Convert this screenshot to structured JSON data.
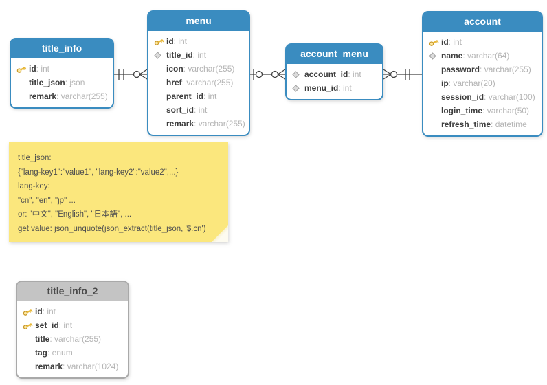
{
  "diagram": {
    "tables": [
      {
        "name": "title_info",
        "style": "blue",
        "fields": [
          {
            "icon": "key",
            "name": "id",
            "type": "int"
          },
          {
            "icon": "none",
            "name": "title_json",
            "type": "json"
          },
          {
            "icon": "none",
            "name": "remark",
            "type": "varchar(255)"
          }
        ]
      },
      {
        "name": "menu",
        "style": "blue",
        "fields": [
          {
            "icon": "key",
            "name": "id",
            "type": "int"
          },
          {
            "icon": "diamond",
            "name": "title_id",
            "type": "int"
          },
          {
            "icon": "none",
            "name": "icon",
            "type": "varchar(255)"
          },
          {
            "icon": "none",
            "name": "href",
            "type": "varchar(255)"
          },
          {
            "icon": "none",
            "name": "parent_id",
            "type": "int"
          },
          {
            "icon": "none",
            "name": "sort_id",
            "type": "int"
          },
          {
            "icon": "none",
            "name": "remark",
            "type": "varchar(255)"
          }
        ]
      },
      {
        "name": "account_menu",
        "style": "blue",
        "fields": [
          {
            "icon": "diamond",
            "name": "account_id",
            "type": "int"
          },
          {
            "icon": "diamond",
            "name": "menu_id",
            "type": "int"
          }
        ]
      },
      {
        "name": "account",
        "style": "blue",
        "fields": [
          {
            "icon": "key",
            "name": "id",
            "type": "int"
          },
          {
            "icon": "diamond",
            "name": "name",
            "type": "varchar(64)"
          },
          {
            "icon": "none",
            "name": "password",
            "type": "varchar(255)"
          },
          {
            "icon": "none",
            "name": "ip",
            "type": "varchar(20)"
          },
          {
            "icon": "none",
            "name": "session_id",
            "type": "varchar(100)"
          },
          {
            "icon": "none",
            "name": "login_time",
            "type": "varchar(50)"
          },
          {
            "icon": "none",
            "name": "refresh_time",
            "type": "datetime"
          }
        ]
      },
      {
        "name": "title_info_2",
        "style": "gray",
        "fields": [
          {
            "icon": "key",
            "name": "id",
            "type": "int"
          },
          {
            "icon": "key",
            "name": "set_id",
            "type": "int"
          },
          {
            "icon": "none",
            "name": "title",
            "type": "varchar(255)"
          },
          {
            "icon": "none",
            "name": "tag",
            "type": "enum"
          },
          {
            "icon": "none",
            "name": "remark",
            "type": "varchar(1024)"
          }
        ]
      }
    ],
    "note": {
      "lines": [
        "title_json:",
        "{\"lang-key1\":\"value1\", \"lang-key2\":\"value2\",...}",
        "lang-key:",
        "\"cn\", \"en\", \"jp\" ...",
        "or: \"中文\", \"English\", \"日本語\", ...",
        "get value: json_unquote(json_extract(title_json, '$.cn')"
      ]
    },
    "relationships": [
      {
        "from": "title_info",
        "to": "menu",
        "from_cardinality": "exactly-one",
        "to_cardinality": "zero-or-many"
      },
      {
        "from": "menu",
        "to": "account_menu",
        "from_cardinality": "zero-or-one",
        "to_cardinality": "zero-or-many"
      },
      {
        "from": "account_menu",
        "to": "account",
        "from_cardinality": "zero-or-many",
        "to_cardinality": "exactly-one"
      }
    ],
    "colors": {
      "table_header_blue": "#3a8cc0",
      "table_header_gray": "#c4c4c4",
      "table_border_gray": "#a9a9a9",
      "note_yellow": "#fbe77d",
      "relationship_line": "#404040",
      "field_name": "#3d3d3d",
      "field_type": "#b4b4b4",
      "key_icon_gold": "#f7ce46",
      "diamond_icon_gray": "#dcdcdc"
    }
  }
}
